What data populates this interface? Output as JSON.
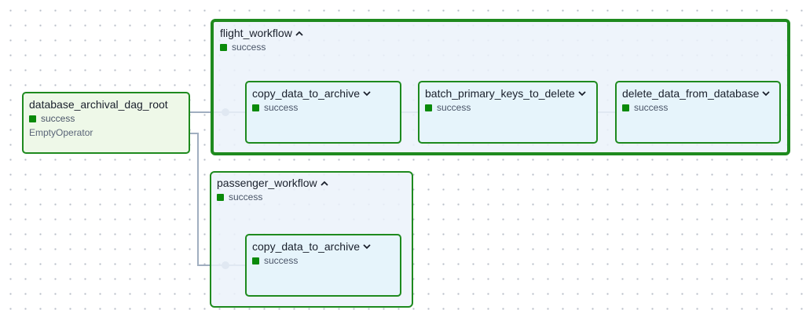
{
  "colors": {
    "success": "#0a8a0a",
    "border": "#1e8a1e",
    "edge": "#a0aec0",
    "task_bg": "#e6f4fb",
    "group_bg": "#ebf2fa",
    "root_bg": "#eef8e8"
  },
  "root": {
    "label": "database_archival_dag_root",
    "status": "success",
    "operator": "EmptyOperator"
  },
  "flight_workflow": {
    "label": "flight_workflow",
    "status": "success",
    "chevron": "chevron-up-icon",
    "tasks": [
      {
        "label": "copy_data_to_archive",
        "status": "success",
        "chevron": "chevron-down-icon"
      },
      {
        "label": "batch_primary_keys_to_delete",
        "status": "success",
        "chevron": "chevron-down-icon"
      },
      {
        "label": "delete_data_from_database",
        "status": "success",
        "chevron": "chevron-down-icon"
      }
    ]
  },
  "passenger_workflow": {
    "label": "passenger_workflow",
    "status": "success",
    "chevron": "chevron-up-icon",
    "tasks": [
      {
        "label": "copy_data_to_archive",
        "status": "success",
        "chevron": "chevron-down-icon"
      }
    ]
  }
}
